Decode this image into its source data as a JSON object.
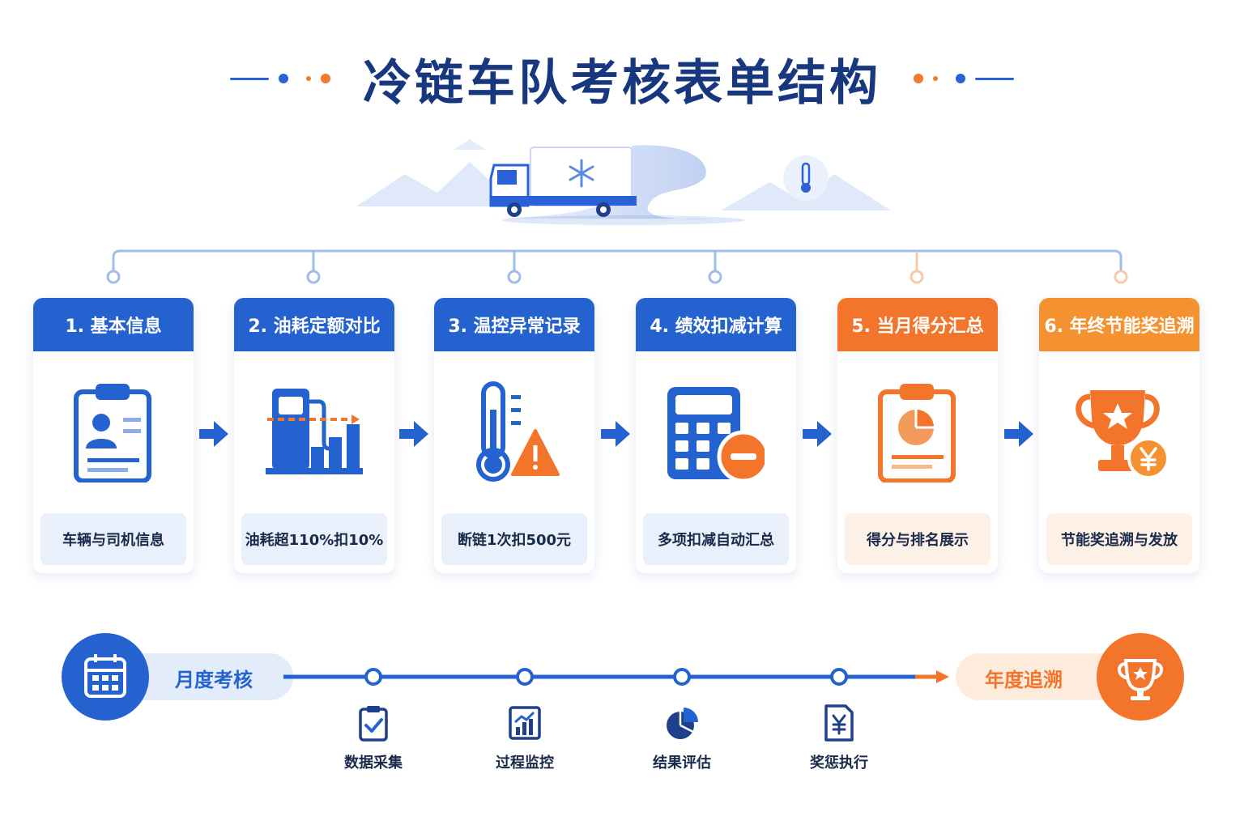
{
  "title": "冷链车队考核表单结构",
  "colors": {
    "blue": "#2463cf",
    "dark_blue": "#17377e",
    "orange": "#f2752b",
    "light_orange": "#f49232"
  },
  "steps": [
    {
      "label": "1. 基本信息",
      "footer": "车辆与司机信息",
      "icon": "clipboard-id-icon",
      "theme": "blue"
    },
    {
      "label": "2. 油耗定额对比",
      "footer": "油耗超110%扣10%",
      "icon": "fuel-pump-chart-icon",
      "theme": "blue"
    },
    {
      "label": "3. 温控异常记录",
      "footer": "断链1次扣500元",
      "icon": "thermometer-warning-icon",
      "theme": "blue"
    },
    {
      "label": "4. 绩效扣减计算",
      "footer": "多项扣减自动汇总",
      "icon": "calculator-minus-icon",
      "theme": "blue"
    },
    {
      "label": "5. 当月得分汇总",
      "footer": "得分与排名展示",
      "icon": "clipboard-pie-icon",
      "theme": "orange1"
    },
    {
      "label": "6. 年终节能奖追溯",
      "footer": "节能奖追溯与发放",
      "icon": "trophy-yen-icon",
      "theme": "orange2"
    }
  ],
  "timeline": {
    "start_label": "月度考核",
    "end_label": "年度追溯",
    "stages": [
      {
        "label": "数据采集",
        "icon": "clipboard-check-icon"
      },
      {
        "label": "过程监控",
        "icon": "bar-chart-icon"
      },
      {
        "label": "结果评估",
        "icon": "pie-chart-icon"
      },
      {
        "label": "奖惩执行",
        "icon": "yen-document-icon"
      }
    ]
  }
}
